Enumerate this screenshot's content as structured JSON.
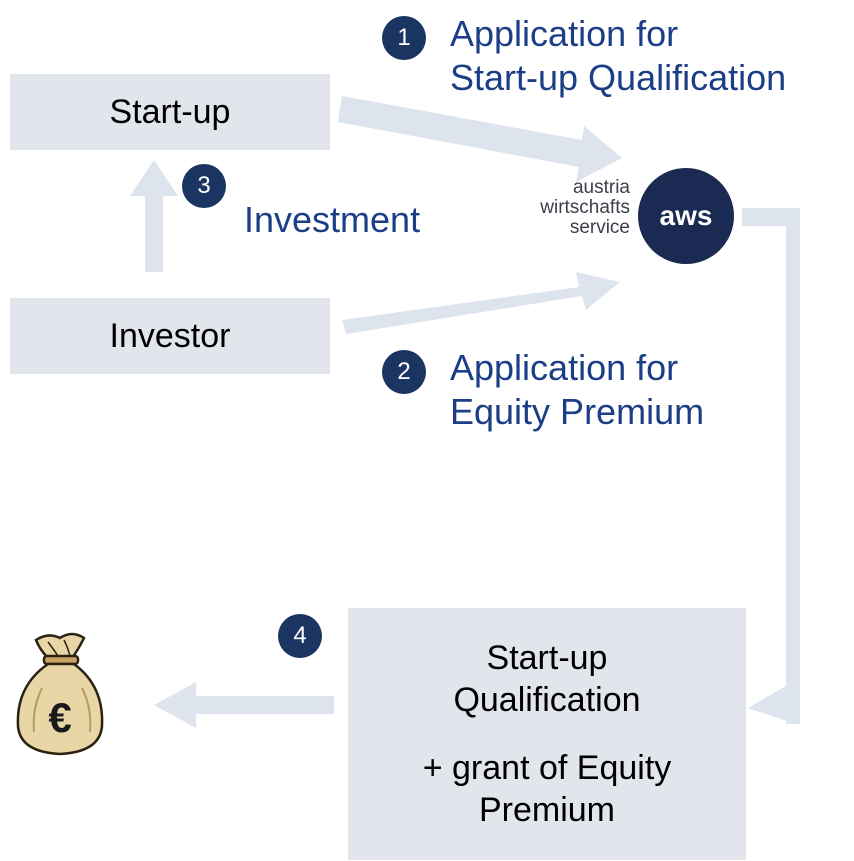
{
  "nodes": {
    "startup": "Start-up",
    "investor": "Investor",
    "qualification": {
      "line1": "Start-up",
      "line2": "Qualification",
      "line3": "+ grant of Equity",
      "line4": "Premium"
    }
  },
  "steps": [
    {
      "number": "1",
      "line1": "Application for",
      "line2": "Start-up Qualification"
    },
    {
      "number": "2",
      "line1": "Application for",
      "line2": "Equity Premium"
    },
    {
      "number": "3",
      "line1": "Investment"
    },
    {
      "number": "4"
    }
  ],
  "logo": {
    "line1": "austria",
    "line2": "wirtschafts",
    "line3": "service",
    "mark": "aws"
  },
  "money_bag_symbol": "€",
  "colors": {
    "arrow": "#dde4ee",
    "box": "#e2e6ec",
    "badge": "#1b3562",
    "label": "#1b3e87"
  }
}
